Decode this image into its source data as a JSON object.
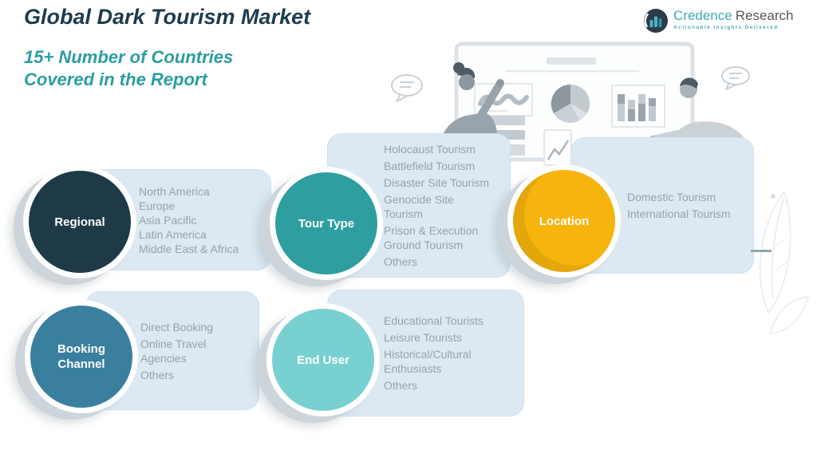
{
  "header": {
    "title": "Global Dark Tourism Market",
    "subtitle_line1": "15+ Number of Countries",
    "subtitle_line2": "Covered in the Report"
  },
  "logo": {
    "brand_primary": "Credence",
    "brand_secondary": "Research",
    "tagline": "Actionable Insights Delivered"
  },
  "segments": [
    {
      "label": "Regional",
      "circle_color": "#1e3a47",
      "items": [
        "North America",
        "Europe",
        "Asia Pacific",
        "Latin America",
        "Middle East & Africa"
      ]
    },
    {
      "label": "Tour Type",
      "circle_color": "#2f9ea0",
      "items": [
        "Holocaust Tourism",
        "Battlefield Tourism",
        "Disaster Site Tourism",
        "Genocide Site\nTourism",
        "Prison & Execution\nGround Tourism",
        "Others"
      ]
    },
    {
      "label": "Location",
      "circle_color": "#f6b40d",
      "items": [
        "Domestic Tourism",
        "International Tourism"
      ]
    },
    {
      "label": "Booking Channel",
      "circle_color": "#3a7f9e",
      "items": [
        "Direct Booking",
        "Online Travel\nAgencies",
        "Others"
      ]
    },
    {
      "label": "End User",
      "circle_color": "#79d0d0",
      "items": [
        "Educational Tourists",
        "Leisure Tourists",
        "Historical/Cultural\nEnthusiasts",
        "Others"
      ]
    }
  ],
  "colors": {
    "title": "#1d3c4d",
    "subtitle": "#2a9da0",
    "card_background": "#dce9f3",
    "list_text": "#98a1a8",
    "ring_silver": "#cdd4da",
    "logo_primary": "#3fa9ba",
    "logo_secondary": "#53575e"
  }
}
